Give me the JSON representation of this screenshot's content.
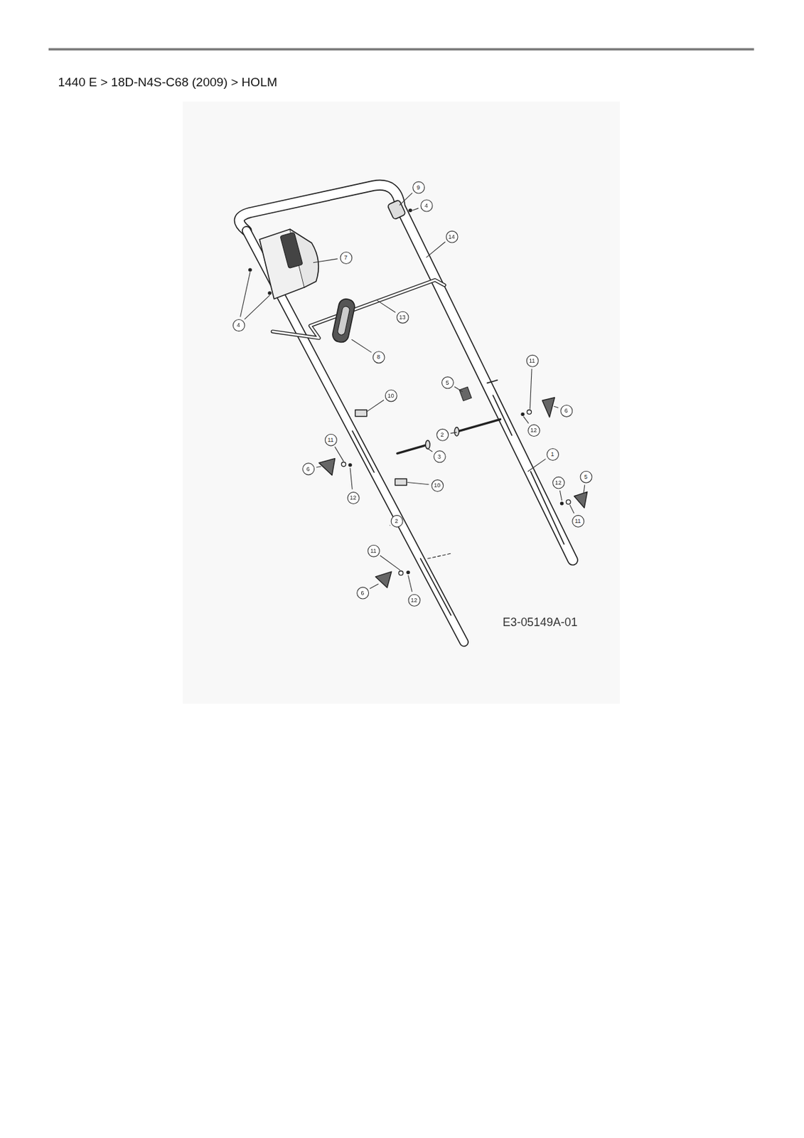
{
  "diagram": {
    "title": "1440 E > 18D-N4S-C68 (2009) > HOLM",
    "labels": [
      "9",
      "4",
      "14",
      "7",
      "13",
      "4",
      "8",
      "11",
      "5",
      "10",
      "6",
      "12",
      "2",
      "11",
      "1",
      "3",
      "6",
      "5",
      "12",
      "10",
      "12",
      "11",
      "2",
      "11",
      "6",
      "12",
      "E3-05149A-01"
    ]
  }
}
